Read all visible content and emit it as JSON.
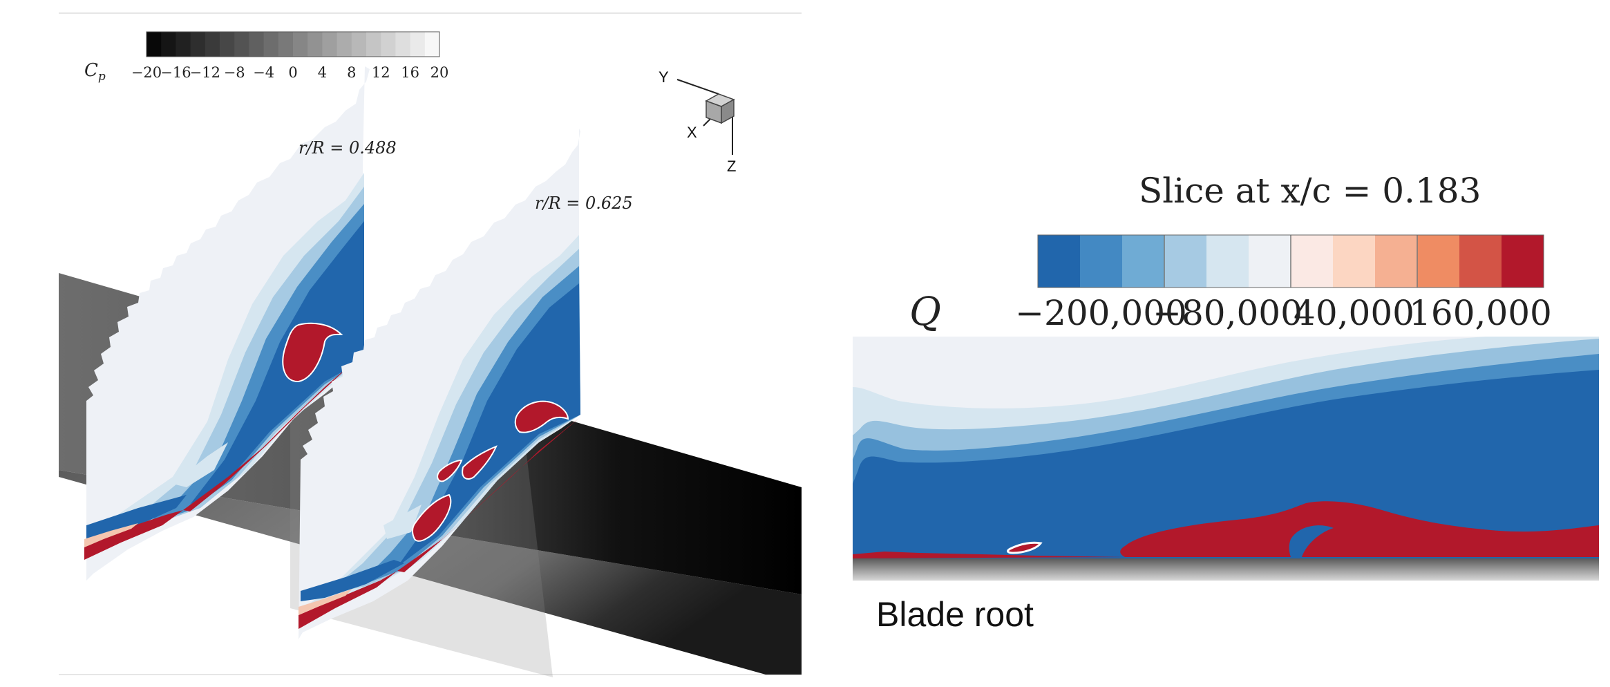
{
  "left_panel": {
    "colorbar": {
      "label": "C",
      "label_sub": "p",
      "ticks": [
        "−20",
        "−16",
        "−12",
        "−8",
        "−4",
        "0",
        "4",
        "8",
        "12",
        "16",
        "20"
      ],
      "min": -20,
      "max": 20,
      "bins": 20,
      "color_low": "#000000",
      "color_high": "#ffffff"
    },
    "axes_triad": {
      "x": "X",
      "y": "Y",
      "z": "Z"
    },
    "slices": [
      {
        "label": "r/R = 0.488",
        "r_over_R": 0.488
      },
      {
        "label": "r/R = 0.625",
        "r_over_R": 0.625
      }
    ]
  },
  "right_panel": {
    "title": "Slice at x/c = 0.183",
    "x_over_c": 0.183,
    "colorbar": {
      "label": "Q",
      "ticks": [
        "−200,000",
        "−80,000",
        "40,000",
        "160,000"
      ],
      "colors": [
        "#2166ac",
        "#4389c3",
        "#6fabd4",
        "#a6cae3",
        "#d6e6f0",
        "#eef1f5",
        "#fbe9e4",
        "#fcd6c2",
        "#f5b092",
        "#ef8c63",
        "#d35446",
        "#b2182b"
      ]
    },
    "annotation": "Blade root"
  },
  "colors": {
    "blue_dark": "#2166ac",
    "blue_mid": "#4a8ec5",
    "blue_light": "#97c1de",
    "blue_pale": "#d6e6f0",
    "blue_white": "#eef1f6",
    "red": "#b2182b",
    "red_light": "#f4c6b0"
  }
}
